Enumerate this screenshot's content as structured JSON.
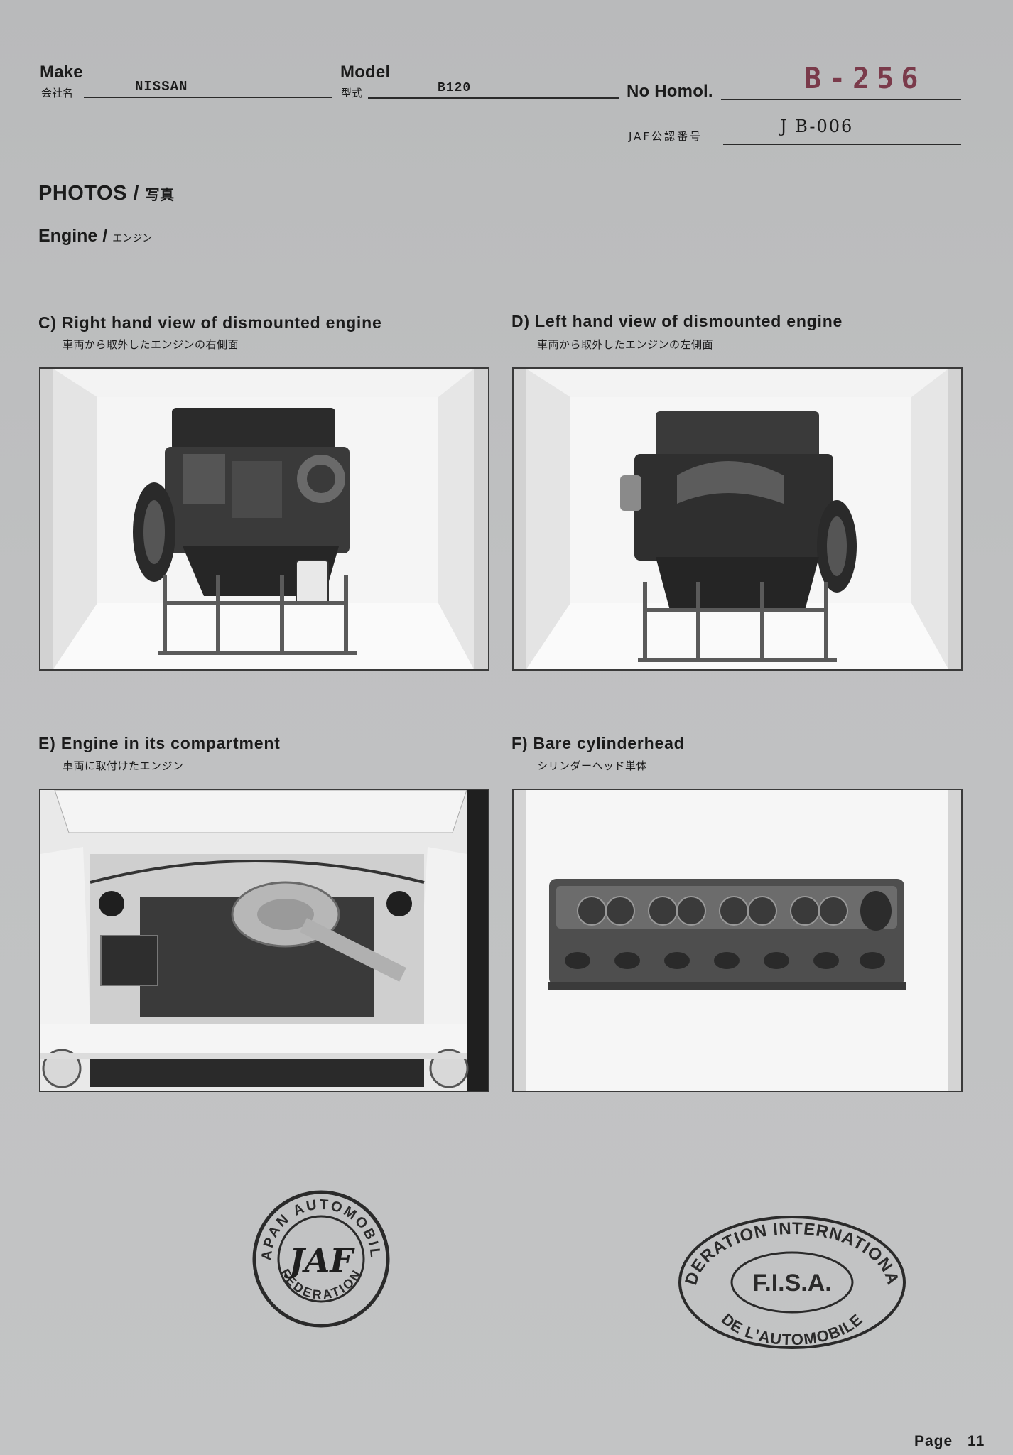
{
  "header": {
    "make_label": "Make",
    "make_label_jp": "会社名",
    "make_value": "NISSAN",
    "model_label": "Model",
    "model_label_jp": "型式",
    "model_value": "B120",
    "homol_label": "No Homol.",
    "homol_value": "B-256",
    "jaf_label": "JAF公認番号",
    "jaf_value": "J B-006"
  },
  "section": {
    "title": "PHOTOS",
    "title_jp": "写真",
    "subtitle": "Engine",
    "subtitle_jp": "エンジン"
  },
  "photos": [
    {
      "letter": "C)",
      "caption": "Right hand view of dismounted engine",
      "caption_jp": "車両から取外したエンジンの右側面"
    },
    {
      "letter": "D)",
      "caption": "Left hand view of dismounted engine",
      "caption_jp": "車両から取外したエンジンの左側面"
    },
    {
      "letter": "E)",
      "caption": "Engine in its compartment",
      "caption_jp": "車両に取付けたエンジン"
    },
    {
      "letter": "F)",
      "caption": "Bare cylinderhead",
      "caption_jp": "シリンダーヘッド単体"
    }
  ],
  "stamps": {
    "jaf_ring_top": "JAPAN AUTOMOBILE",
    "jaf_ring_bottom": "FEDERATION",
    "jaf_center": "JAF",
    "fisa_ring_top": "FEDERATION INTERNATIONALE",
    "fisa_ring_bottom": "DE L'AUTOMOBILE",
    "fisa_center": "F.I.S.A."
  },
  "footer": {
    "page_label": "Page",
    "page_number": "11"
  }
}
